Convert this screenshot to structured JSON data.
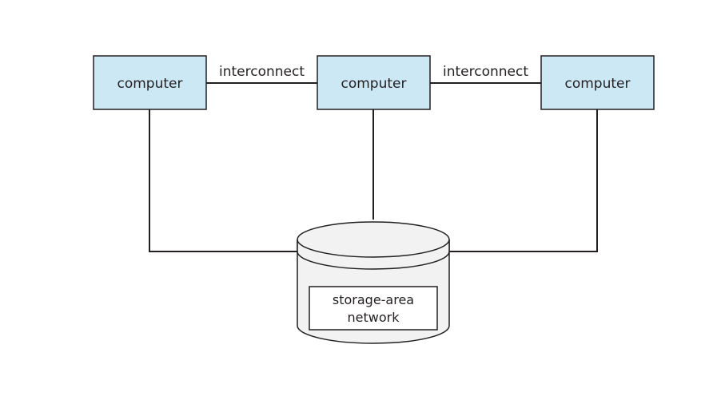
{
  "nodes": {
    "computer_left": {
      "label": "computer"
    },
    "computer_middle": {
      "label": "computer"
    },
    "computer_right": {
      "label": "computer"
    }
  },
  "links": {
    "left_middle": {
      "label": "interconnect"
    },
    "middle_right": {
      "label": "interconnect"
    }
  },
  "storage": {
    "label_line1": "storage-area",
    "label_line2": "network"
  },
  "colors": {
    "computer_fill": "#cce8f4",
    "stroke": "#231f20",
    "cylinder_fill": "#f2f2f2",
    "label_box_fill": "#ffffff"
  }
}
